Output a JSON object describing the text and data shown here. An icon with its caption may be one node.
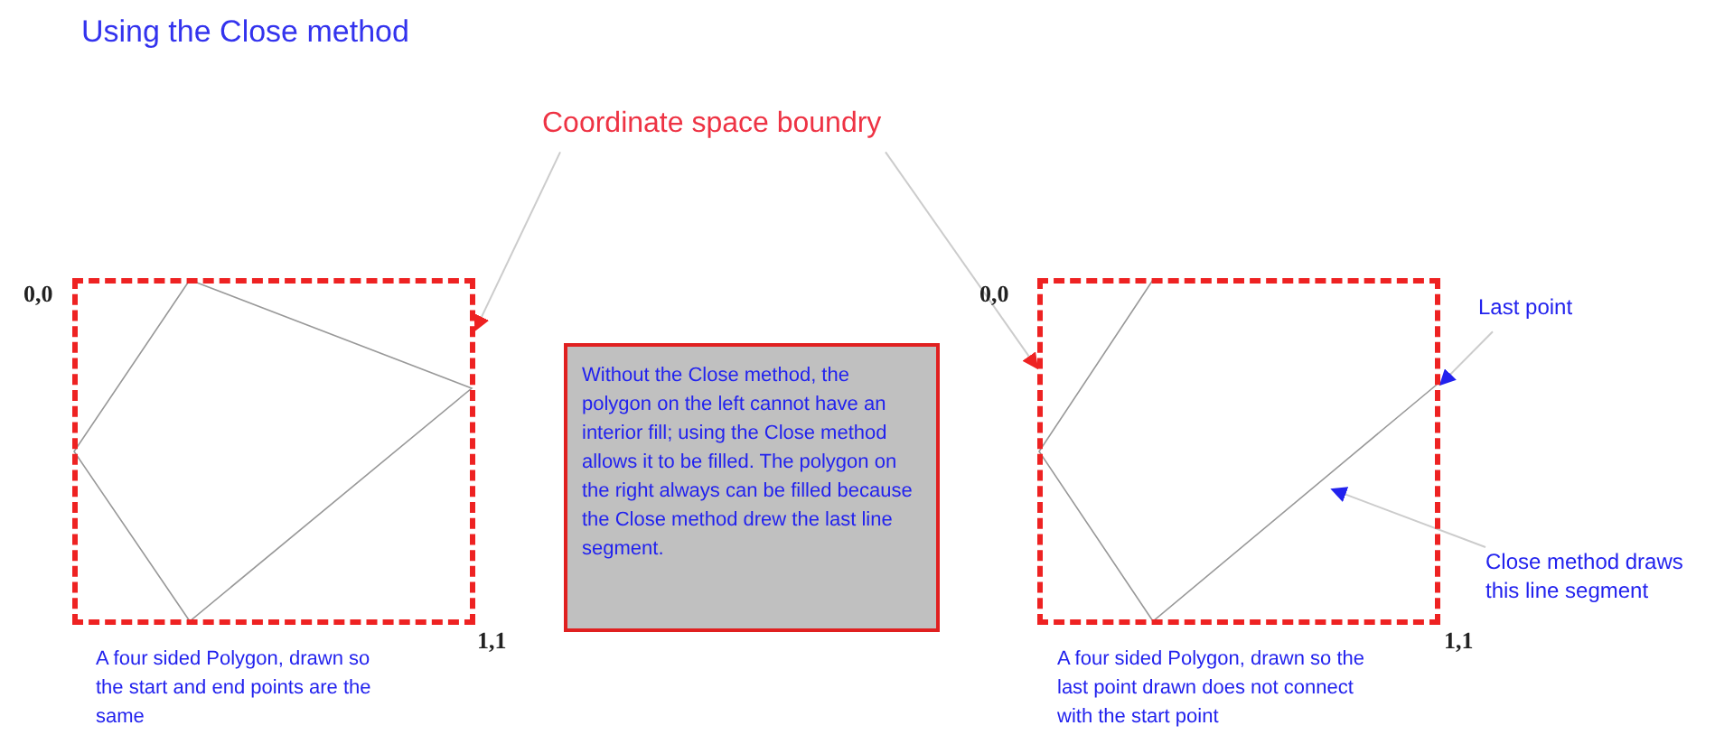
{
  "diagram": {
    "title": "Using the Close method",
    "nodes": [
      {
        "text": [
          "Coordinate space boundry"
        ]
      },
      {
        "text": [],
        "shape": "box"
      },
      {
        "text": [
          "Without the Close method, the polygon on the left cannot have an interior fill; using the Close method allows it to be filled. The polygon on the right always can be filled because the Close method drew the last line segment."
        ]
      },
      {
        "text": [],
        "shape": "box"
      },
      {
        "text": [
          "Last point"
        ]
      },
      {
        "text": [
          "Close method draws this line segment"
        ]
      }
    ],
    "edges": [
      {
        "from": 0,
        "to": 1,
        "arrow": "to"
      },
      {
        "from": 0,
        "to": 3,
        "arrow": "to"
      },
      {
        "from": 4,
        "to": 3,
        "arrow": "to"
      },
      {
        "from": 5,
        "to": 3,
        "arrow": "to"
      }
    ],
    "labels": [
      "0,0",
      "1,1",
      "A four sided Polygon, drawn so the start and end points are the same",
      "0,0",
      "1,1",
      "A four sided Polygon, drawn so the last point drawn does not connect with the start point"
    ]
  }
}
